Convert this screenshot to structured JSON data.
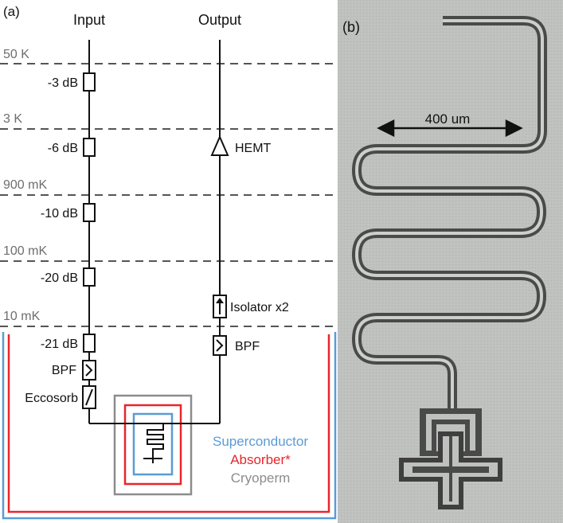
{
  "panel_a": {
    "letter": "(a)",
    "input_label": "Input",
    "output_label": "Output",
    "stages": [
      {
        "temp": "50 K",
        "attenuation": "-3 dB"
      },
      {
        "temp": "3 K",
        "attenuation": "-6 dB"
      },
      {
        "temp": "900 mK",
        "attenuation": "-10 dB"
      },
      {
        "temp": "100 mK",
        "attenuation": "-20 dB"
      },
      {
        "temp": "10 mK",
        "attenuation": "-21 dB"
      }
    ],
    "input_filters": {
      "bpf": "BPF",
      "eccosorb": "Eccosorb"
    },
    "output_components": {
      "amplifier": "HEMT",
      "isolator": "Isolator x2",
      "bpf": "BPF"
    },
    "shield_legend": {
      "superconductor": "Superconductor",
      "absorber": "Absorber*",
      "cryoperm": "Cryoperm"
    },
    "colors": {
      "superconductor": "#5b9bd5",
      "absorber": "#e8252a",
      "cryoperm": "#8c8c8c",
      "stage_line": "#555555",
      "temp_text": "#6e6e6e"
    }
  },
  "panel_b": {
    "letter": "(b)",
    "scale_label": "400 um"
  }
}
